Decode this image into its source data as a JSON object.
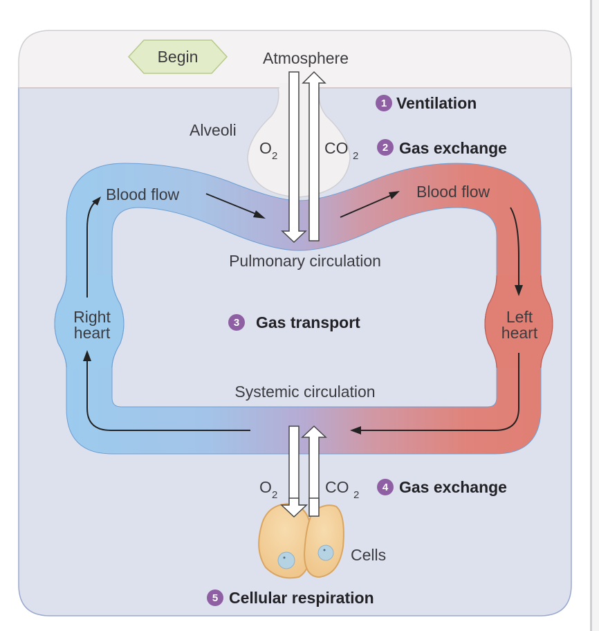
{
  "diagram": {
    "title_region": "Atmosphere",
    "begin_label": "Begin",
    "labels": {
      "atmosphere": "Atmosphere",
      "alveoli": "Alveoli",
      "o2_top": "O",
      "o2_top_sub": "2",
      "co2_top": "CO",
      "co2_top_sub": "2",
      "blood_flow_left": "Blood flow",
      "blood_flow_right": "Blood flow",
      "pulmonary_circulation": "Pulmonary circulation",
      "right_heart_line1": "Right",
      "right_heart_line2": "heart",
      "left_heart_line1": "Left",
      "left_heart_line2": "heart",
      "systemic_circulation": "Systemic circulation",
      "o2_bottom": "O",
      "o2_bottom_sub": "2",
      "co2_bottom": "CO",
      "co2_bottom_sub": "2",
      "cells": "Cells"
    },
    "steps": [
      {
        "number": "1",
        "label": "Ventilation"
      },
      {
        "number": "2",
        "label": "Gas exchange"
      },
      {
        "number": "3",
        "label": "Gas transport"
      },
      {
        "number": "4",
        "label": "Gas exchange"
      },
      {
        "number": "5",
        "label": "Cellular respiration"
      }
    ],
    "colors": {
      "deoxygenated": "#9cc8ec",
      "oxygenated": "#e07f74",
      "step_badge": "#8f5fa3",
      "begin_fill": "#e3ecc8",
      "panel_fill": "#dde1ee",
      "header_fill": "#f4f2f2",
      "cell_fill": "#f2cf98"
    }
  }
}
